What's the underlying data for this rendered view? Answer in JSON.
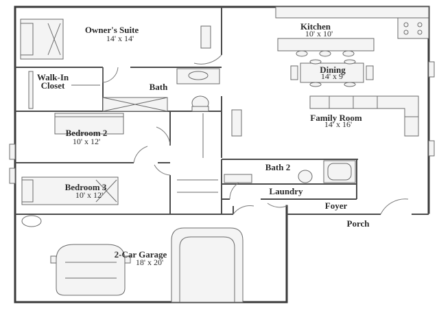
{
  "rooms": {
    "owners_suite": {
      "name": "Owner's Suite",
      "size": "14' x 14'"
    },
    "walk_in_closet": {
      "name_line1": "Walk-In",
      "name_line2": "Closet"
    },
    "bath": {
      "name": "Bath"
    },
    "bedroom2": {
      "name": "Bedroom 2",
      "size": "10' x 12'"
    },
    "bedroom3": {
      "name": "Bedroom 3",
      "size": "10' x 12'"
    },
    "kitchen": {
      "name": "Kitchen",
      "size": "10' x 10'"
    },
    "dining": {
      "name": "Dining",
      "size": "14' x 9'"
    },
    "family_room": {
      "name": "Family Room",
      "size": "14' x 16'"
    },
    "bath2": {
      "name": "Bath 2"
    },
    "laundry": {
      "name": "Laundry"
    },
    "foyer": {
      "name": "Foyer"
    },
    "porch": {
      "name": "Porch"
    },
    "garage": {
      "name": "2-Car Garage",
      "size": "18' x 20'"
    }
  }
}
